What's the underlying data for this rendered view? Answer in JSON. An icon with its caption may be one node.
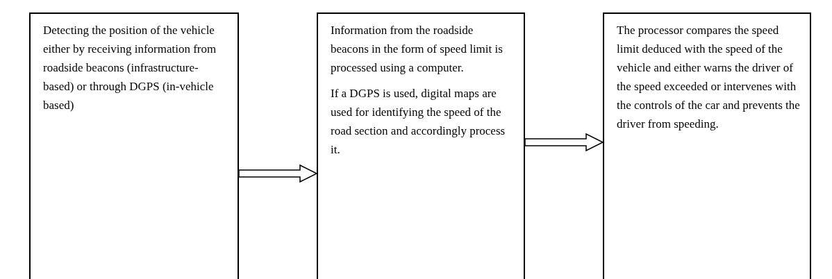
{
  "diagram": {
    "nodes": [
      {
        "text": [
          "Detecting the position of the vehicle either by receiving information from roadside beacons (infrastructure-based) or through DGPS (in-vehicle based)"
        ]
      },
      {
        "text": [
          "Information from the roadside beacons in the form of speed limit is processed using a computer.",
          "If a DGPS is used, digital maps are used for identifying the speed of the road section and accordingly process it."
        ]
      },
      {
        "text": [
          "The processor compares the speed limit deduced with the speed of the vehicle and either warns the driver of the speed exceeded or intervenes with the controls of the car and prevents the driver from speeding."
        ]
      }
    ],
    "edges": [
      {
        "from": 0,
        "to": 1,
        "arrow": "to"
      },
      {
        "from": 1,
        "to": 2,
        "arrow": "to"
      }
    ]
  }
}
